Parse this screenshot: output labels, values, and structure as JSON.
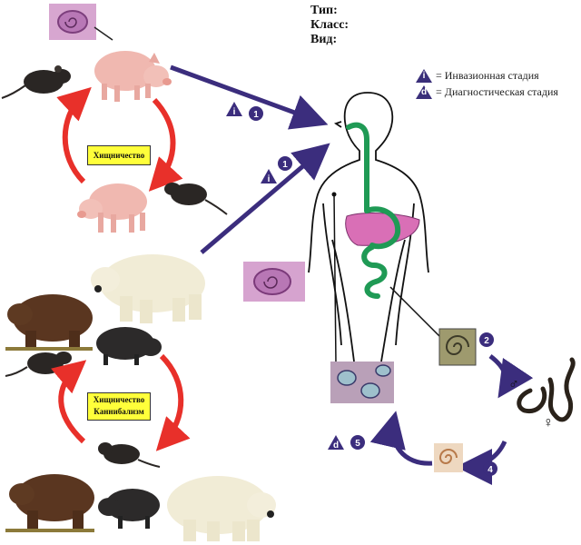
{
  "header": {
    "type_label": "Тип:",
    "class_label": "Класс:",
    "species_label": "Вид:"
  },
  "legend": {
    "invasive": {
      "symbol": "i",
      "text": "= Инвазионная стадия"
    },
    "diagnostic": {
      "symbol": "d",
      "text": "= Диагностическая стадия"
    }
  },
  "cycles": {
    "domestic_label": "Хищничество",
    "sylvatic_label_1": "Хищничество",
    "sylvatic_label_2": "Каннибализм"
  },
  "stages": {
    "s1a": {
      "symbol": "i",
      "number": "1"
    },
    "s1b": {
      "symbol": "i",
      "number": "1"
    },
    "s2": {
      "number": "2"
    },
    "s4": {
      "number": "4"
    },
    "s5": {
      "symbol": "d",
      "number": "5"
    },
    "male_symbol": "♂",
    "female_symbol": "♀"
  },
  "colors": {
    "arrow": "#3b2d7d",
    "cycle_arrow": "#e8302a",
    "digestive": "#1f9a55",
    "liver": "#d96fb6",
    "badge": "#3b2d7d",
    "label_box": "#ffff3a"
  }
}
